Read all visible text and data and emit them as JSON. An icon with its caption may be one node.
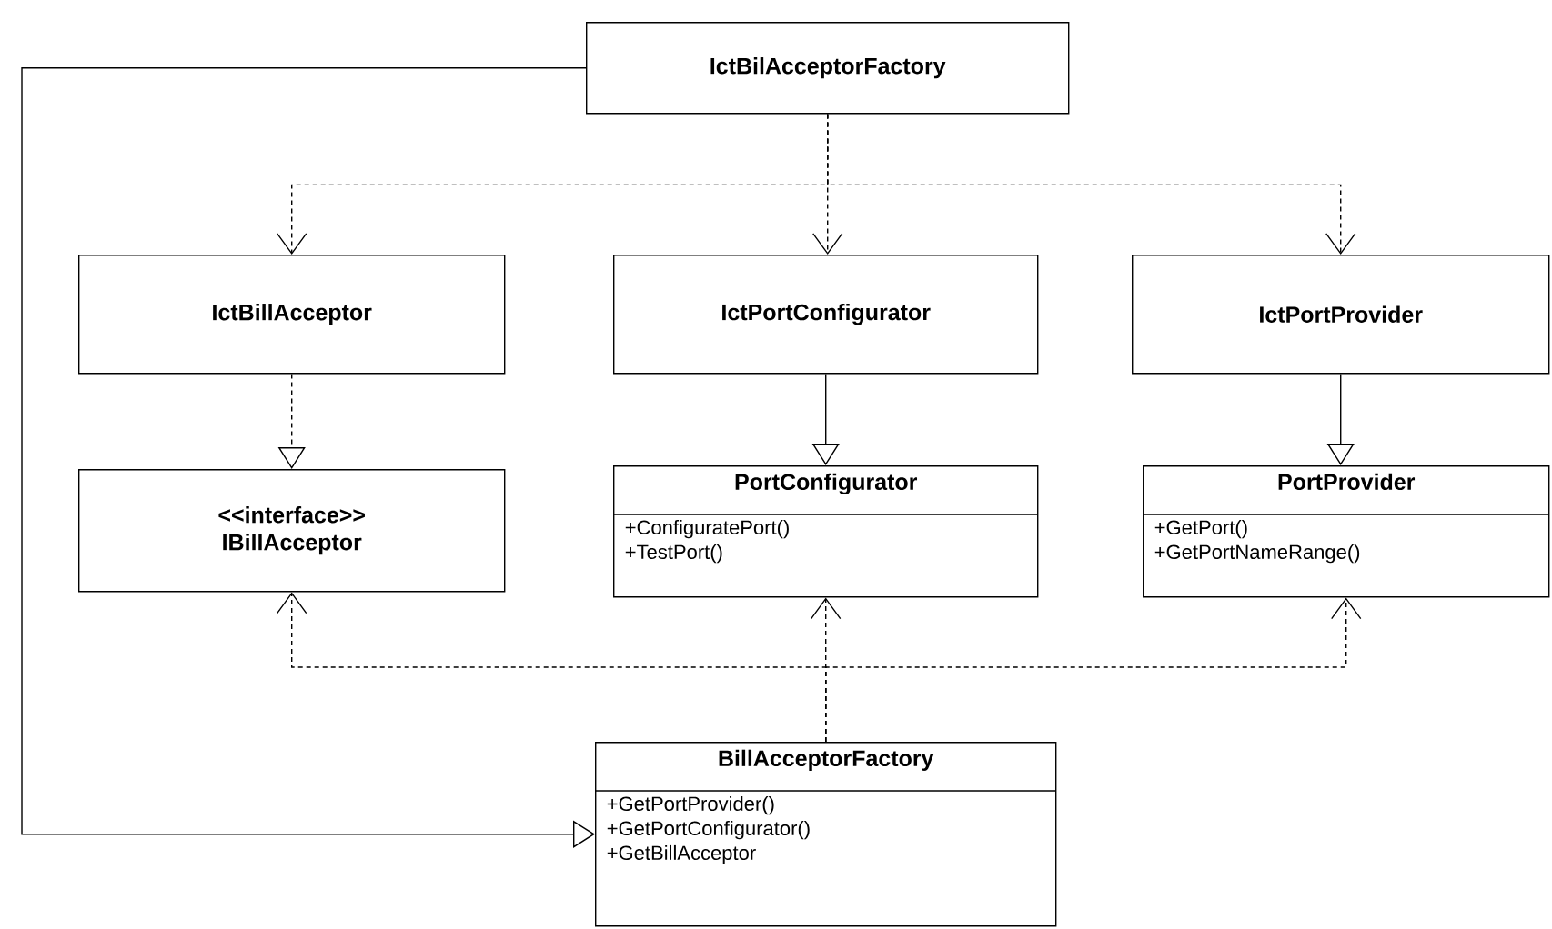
{
  "diagram": {
    "nodes": [
      {
        "text": [
          "IctBilAcceptorFactory"
        ]
      },
      {
        "text": [
          "IctBillAcceptor"
        ]
      },
      {
        "text": [
          "IctPortConfigurator"
        ]
      },
      {
        "text": [
          "IctPortProvider"
        ]
      },
      {
        "text": [
          "<<interface>>",
          "IBillAcceptor"
        ]
      },
      {
        "text": [
          "PortConfigurator",
          "+ConfiguratePort()",
          "+TestPort()"
        ]
      },
      {
        "text": [
          "PortProvider",
          "+GetPort()",
          "+GetPortNameRange()"
        ]
      },
      {
        "text": [
          "BillAcceptorFactory",
          "+GetPortProvider()",
          "+GetPortConfigurator()",
          "+GetBillAcceptor"
        ]
      }
    ],
    "edges": [
      {
        "from": 0,
        "to": 1,
        "arrow": "to",
        "style": "dashed"
      },
      {
        "from": 0,
        "to": 2,
        "arrow": "to",
        "style": "dashed"
      },
      {
        "from": 0,
        "to": 3,
        "arrow": "to",
        "style": "dashed"
      },
      {
        "from": 1,
        "to": 4,
        "arrow": "to",
        "style": "dashed"
      },
      {
        "from": 2,
        "to": 5,
        "arrow": "to"
      },
      {
        "from": 3,
        "to": 6,
        "arrow": "to"
      },
      {
        "from": 7,
        "to": 4,
        "arrow": "to",
        "style": "dashed"
      },
      {
        "from": 7,
        "to": 5,
        "arrow": "to",
        "style": "dashed"
      },
      {
        "from": 7,
        "to": 6,
        "arrow": "to",
        "style": "dashed"
      },
      {
        "from": 0,
        "to": 7,
        "arrow": "to"
      }
    ]
  }
}
